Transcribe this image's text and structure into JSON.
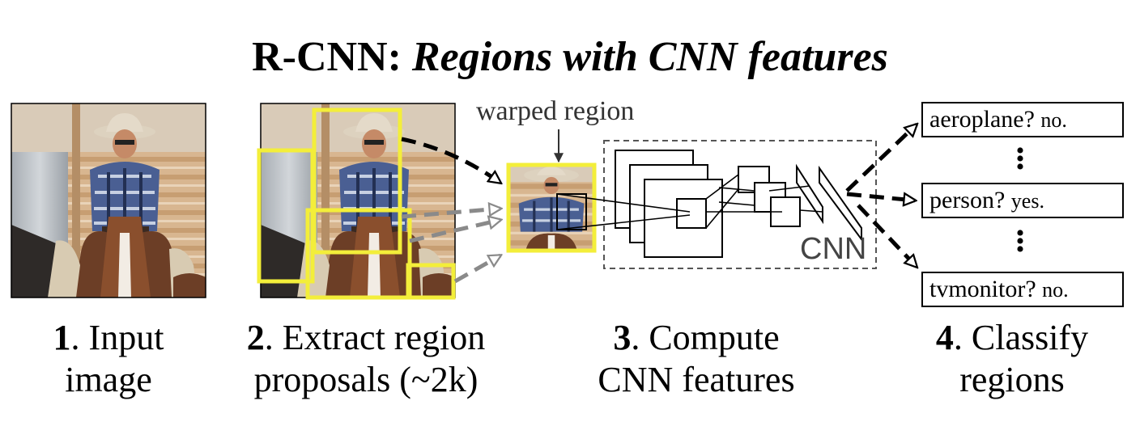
{
  "title": {
    "main": "R-CNN: ",
    "italic": "Regions with CNN features"
  },
  "warped_label": "warped region",
  "cnn_label": "CNN",
  "steps": [
    {
      "num": "1",
      "text_a": ". Input",
      "text_b": "image"
    },
    {
      "num": "2",
      "text_a": ". Extract region",
      "text_b": "proposals (~2k)"
    },
    {
      "num": "3",
      "text_a": ". Compute",
      "text_b": "CNN features"
    },
    {
      "num": "4",
      "text_a": ". Classify",
      "text_b": "regions"
    }
  ],
  "classes": [
    {
      "label": "aeroplane?",
      "answer": "no."
    },
    {
      "label": "person?",
      "answer": "yes."
    },
    {
      "label": "tvmonitor?",
      "answer": "no."
    }
  ],
  "colors": {
    "proposal_box": "#f3ee3a",
    "arrow_gray": "#8a8a8a",
    "dashed_box": "#555555"
  }
}
